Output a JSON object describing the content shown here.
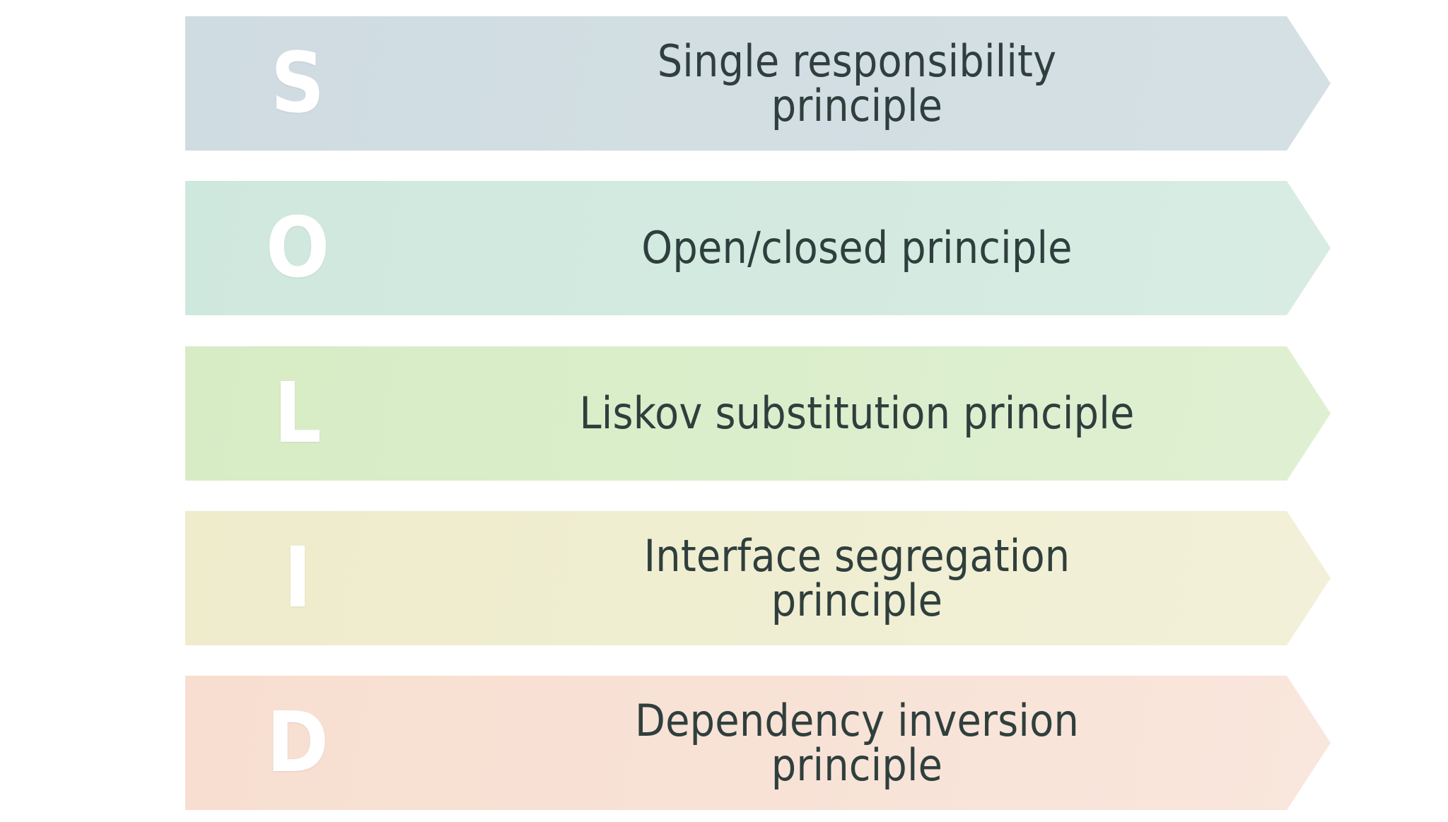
{
  "diagram": {
    "title": "SOLID principles",
    "type": "chevron-list",
    "row_count": 5,
    "background_color": "#ffffff",
    "text_color": "#2f3f3d",
    "letter_color": "#ffffff"
  },
  "rows": [
    {
      "letter": "S",
      "label": "Single responsibility\nprinciple",
      "label_plain": "Single responsibility principle",
      "chevron_color": "#3498c4",
      "panel_color_start": "#cfdce1",
      "panel_color_end": "#d5e0e4"
    },
    {
      "letter": "O",
      "label": "Open/closed principle",
      "label_plain": "Open/closed principle",
      "chevron_color": "#3ecb8a",
      "panel_color_start": "#cfe8dd",
      "panel_color_end": "#d8ece3"
    },
    {
      "letter": "L",
      "label": "Liskov substitution principle",
      "label_plain": "Liskov substitution principle",
      "chevron_color": "#3fd42a",
      "panel_color_start": "#d7ecc5",
      "panel_color_end": "#dff0d2"
    },
    {
      "letter": "I",
      "label": "Interface segregation\nprinciple",
      "label_plain": "Interface segregation principle",
      "chevron_color": "#bbe01c",
      "panel_color_start": "#eeeccb",
      "panel_color_end": "#f2f0d8"
    },
    {
      "letter": "D",
      "label": "Dependency inversion\nprinciple",
      "label_plain": "Dependency inversion principle",
      "chevron_color": "#f39a2b",
      "panel_color_start": "#f7ded0",
      "panel_color_end": "#f9e6dc"
    }
  ]
}
